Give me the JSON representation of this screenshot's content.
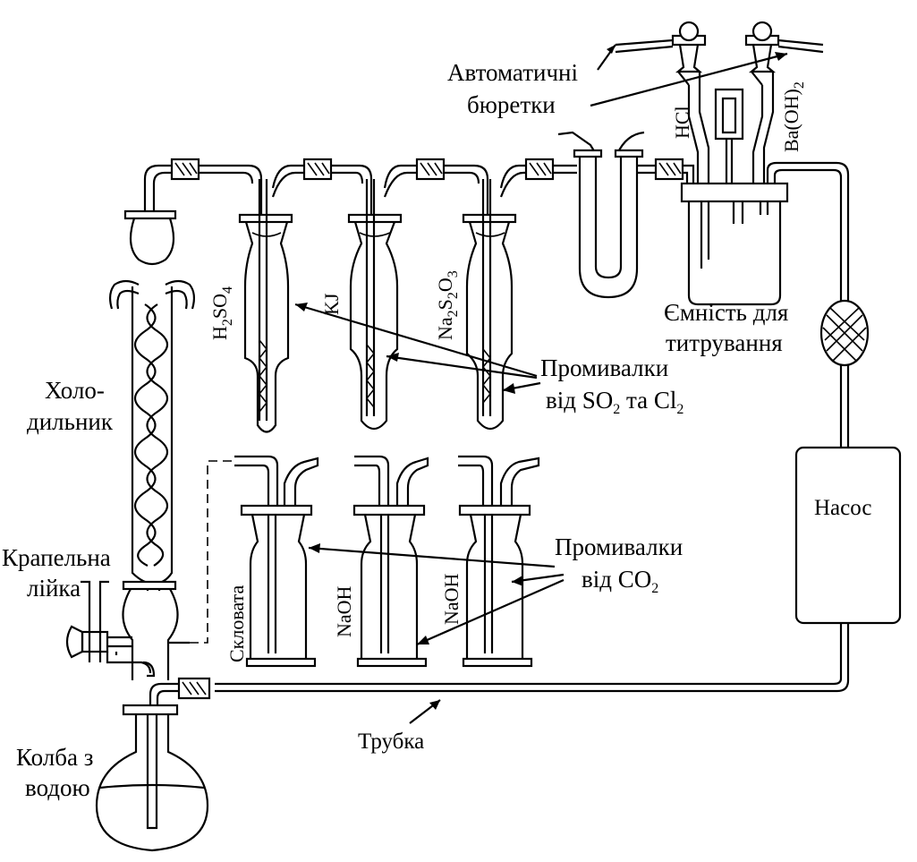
{
  "labels": {
    "burettes_line1": "Автоматичні",
    "burettes_line2": "бюретки",
    "hcl": "HCl",
    "baoh2_main": "Ba(OH)",
    "baoh2_sub": "2",
    "h2so4_h": "H",
    "h2so4_2": "2",
    "h2so4_so": "SO",
    "h2so4_4": "4",
    "kj": "KJ",
    "na2s2o3_na": "Na",
    "na2s2o3_2a": "2",
    "na2s2o3_s": "S",
    "na2s2o3_2b": "2",
    "na2s2o3_o": "O",
    "na2s2o3_3": "3",
    "titration_line1": "Ємність для",
    "titration_line2": "титрування",
    "condenser_line1": "Холо-",
    "condenser_line2": "дильник",
    "washers_so2_line1": "Промивалки",
    "washers_so2_line2_a": "від SO",
    "washers_so2_line2_sub": "2",
    "washers_so2_line2_b": " та Cl",
    "washers_so2_line2_sub2": "2",
    "pump": "Насос",
    "funnel_line1": "Крапельна",
    "funnel_line2": "лійка",
    "glass_wool": "Скловата",
    "naoh_1": "NaOH",
    "naoh_2": "NaOH",
    "washers_co2_line1": "Промивалки",
    "washers_co2_line2_a": "від CO",
    "washers_co2_line2_sub": "2",
    "tube": "Трубка",
    "flask_line1": "Колба з",
    "flask_line2": "водою"
  },
  "colors": {
    "stroke": "#000000",
    "background": "#ffffff"
  }
}
